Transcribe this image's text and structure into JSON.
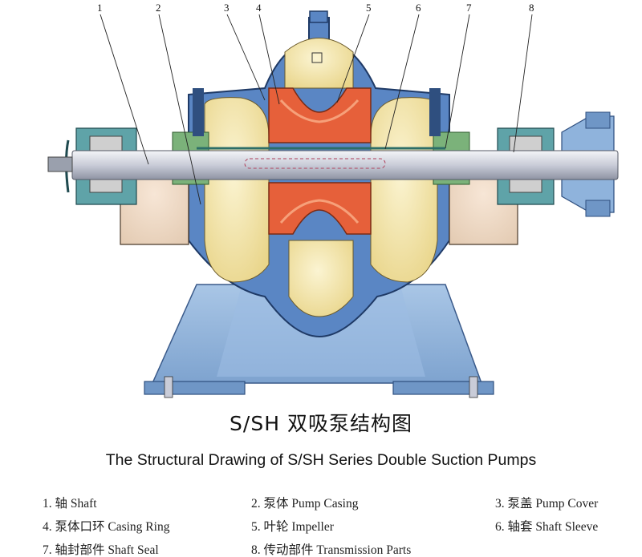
{
  "callouts": [
    "1",
    "2",
    "3",
    "4",
    "5",
    "6",
    "7",
    "8"
  ],
  "title_cn": "S/SH 双吸泵结构图",
  "title_en": "The Structural Drawing of S/SH Series Double Suction Pumps",
  "legend": [
    "1. 轴 Shaft",
    "2. 泵体 Pump Casing",
    "3. 泵盖 Pump Cover",
    "4. 泵体口环 Casing Ring",
    "5. 叶轮 Impeller",
    "6. 轴套 Shaft Sleeve",
    "7. 轴封部件 Shaft Seal",
    "8. 传动部件  Transmission Parts"
  ],
  "colors": {
    "casing_blue": "#5a86c4",
    "base_blue": "#8fb3dc",
    "chamber_cream": "#f3e6a6",
    "impeller_orange": "#e6603a",
    "shaft_grey": "#d9dce6",
    "bearing_teal": "#5fa3a8",
    "sleeve_green": "#7bb27a"
  }
}
